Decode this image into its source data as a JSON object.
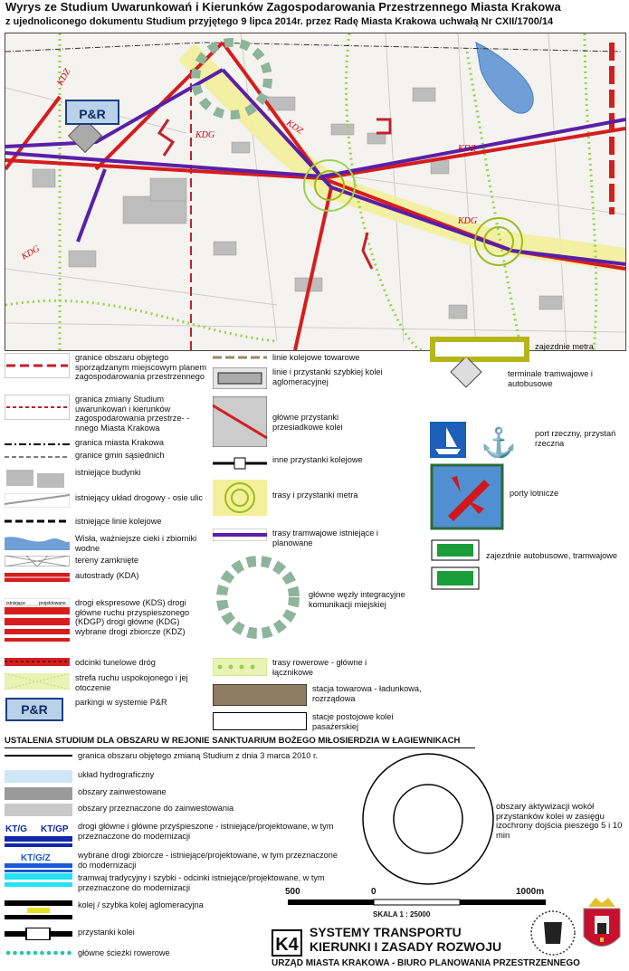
{
  "header": {
    "title": "Wyrys ze Studium Uwarunkowań i Kierunków Zagospodarowania Przestrzennego Miasta Krakowa",
    "subtitle": "z ujednoliconego dokumentu Studium przyjętego 9 lipca 2014r. przez Radę Miasta Krakowa uchwałą Nr CXII/1700/14"
  },
  "map": {
    "labels": [
      "KDZ",
      "KDZ",
      "KDG",
      "KDZ",
      "KDG",
      "KDG"
    ],
    "pr_label": "P&R"
  },
  "legend_left": [
    {
      "key": "plan_boundary",
      "label": "granice obszaru objętego sporządzanym miejscowym planem zagospodarowania przestrzennego"
    },
    {
      "key": "study_change",
      "label": "granica zmiany Studium uwarunkowań i kierunków zagospodarowania przestrze- -nnego Miasta Krakowa"
    },
    {
      "key": "city_boundary",
      "label": "granica miasta Krakowa"
    },
    {
      "key": "commune_boundary",
      "label": "granice gmin sąsiednich"
    },
    {
      "key": "buildings",
      "label": "istniejące budynki"
    },
    {
      "key": "roads",
      "label": "istniejący układ drogowy - osie ulic"
    },
    {
      "key": "rail",
      "label": "istniejące linie kolejowe"
    },
    {
      "key": "water",
      "label": "Wisła, ważniejsze cieki i zbiorniki wodne"
    },
    {
      "key": "closed",
      "label": "tereny zamknięte"
    },
    {
      "key": "kda",
      "label": "autostrady (KDA)"
    },
    {
      "key": "roadclasses",
      "label": "drogi ekspresowe (KDS) drogi główne ruchu przyspieszonego (KDGP) drogi główne (KDG) wybrane drogi zbiorcze (KDZ)",
      "tag1": "istniejące",
      "tag2": "projektowane"
    },
    {
      "key": "tunnel",
      "label": "odcinki tunelowe dróg"
    },
    {
      "key": "calm",
      "label": "strefa ruchu uspokojonego i jej otoczenie"
    },
    {
      "key": "pr",
      "label": "parkingi w systemie P&R",
      "symbol_text": "P&R"
    }
  ],
  "legend_mid": [
    {
      "key": "freight_rail",
      "label": "linie kolejowe towarowe"
    },
    {
      "key": "fast_rail",
      "label": "linie i przystanki szybkiej kolei aglomeracyjnej"
    },
    {
      "key": "transfer",
      "label": "główne przystanki przesiadkowe kolei"
    },
    {
      "key": "other_stops",
      "label": "inne przystanki kolejowe"
    },
    {
      "key": "metro",
      "label": "trasy i przystanki metra"
    },
    {
      "key": "tram",
      "label": "trasy tramwajowe istniejące i planowane"
    },
    {
      "key": "hubs",
      "label": "główne węzły integracyjne komunikacji miejskiej"
    },
    {
      "key": "bike",
      "label": "trasy rowerowe - główne i łącznikowe"
    },
    {
      "key": "freight_station",
      "label": "stacja towarowa - ładunkowa, rozrządowa"
    },
    {
      "key": "stop_station",
      "label": "stacje postojowe kolei pasażerskiej"
    }
  ],
  "legend_right": [
    {
      "key": "metro_depot",
      "label": "zajezdnie metra"
    },
    {
      "key": "terminals",
      "label": "terminale tramwajowe i autobusowe"
    },
    {
      "key": "port",
      "label": "port rzeczny, przystań rzeczna"
    },
    {
      "key": "airport",
      "label": "porty lotnicze"
    },
    {
      "key": "depots",
      "label": "zajezdnie autobusowe, tramwajowe"
    }
  ],
  "section2": {
    "heading": "USTALENIA STUDIUM DLA OBSZARU W REJONIE SANKTUARIUM BOŻEGO MIŁOSIERDZIA W ŁAGIEWNIKACH",
    "items": [
      {
        "key": "boundary2010",
        "label": "granica obszaru objętego zmianą Studium z dnia 3 marca 2010 r."
      },
      {
        "key": "hydro",
        "label": "układ hydrograficzny"
      },
      {
        "key": "built",
        "label": "obszary zainwestowane"
      },
      {
        "key": "to_build",
        "label": "obszary przeznaczone do zainwestowania"
      },
      {
        "key": "ktg",
        "label": "drogi główne i główne przyśpieszone - istniejące/projektowane, w tym przeznaczone do modernizacji",
        "tag1": "KT/G",
        "tag2": "KT/GP"
      },
      {
        "key": "ktgz",
        "label": "wybrane drogi zbiorcze - istniejące/projektowane, w tym przeznaczone do modernizacji",
        "tag1": "KT/G/Z"
      },
      {
        "key": "tramfast",
        "label": "tramwaj tradycyjny i szybki - odcinki istniejące/projektowane, w tym przeznaczone do modernizacji"
      },
      {
        "key": "railfast",
        "label": "kolej / szybka kolej aglomeracyjna"
      },
      {
        "key": "railstops",
        "label": "przystanki kolei"
      },
      {
        "key": "bikepaths",
        "label": "główne ścieżki rowerowe"
      }
    ],
    "circle_label": "obszary aktywizacji wokół przystanków kolei w zasięgu izochrony dojścia pieszego 5 i 10 min"
  },
  "scale": {
    "tick_left": "500",
    "tick_mid": "0",
    "tick_right": "1000m",
    "ratio": "SKALA 1 : 25000"
  },
  "plate": {
    "code": "K4",
    "line1": "SYSTEMY TRANSPORTU",
    "line2": "KIERUNKI I ZASADY ROZWOJU",
    "footer": "URZĄD MIASTA KRAKOWA - BIURO PLANOWANIA PRZESTRZENNEGO"
  },
  "colors": {
    "road_red": "#d61d1d",
    "tram_purple": "#5a1fa8",
    "metro_yellow": "#f3ef9a",
    "bike_green": "#9bd34a",
    "hub_green": "#8fb49c",
    "boundary_red": "#c2202c"
  }
}
